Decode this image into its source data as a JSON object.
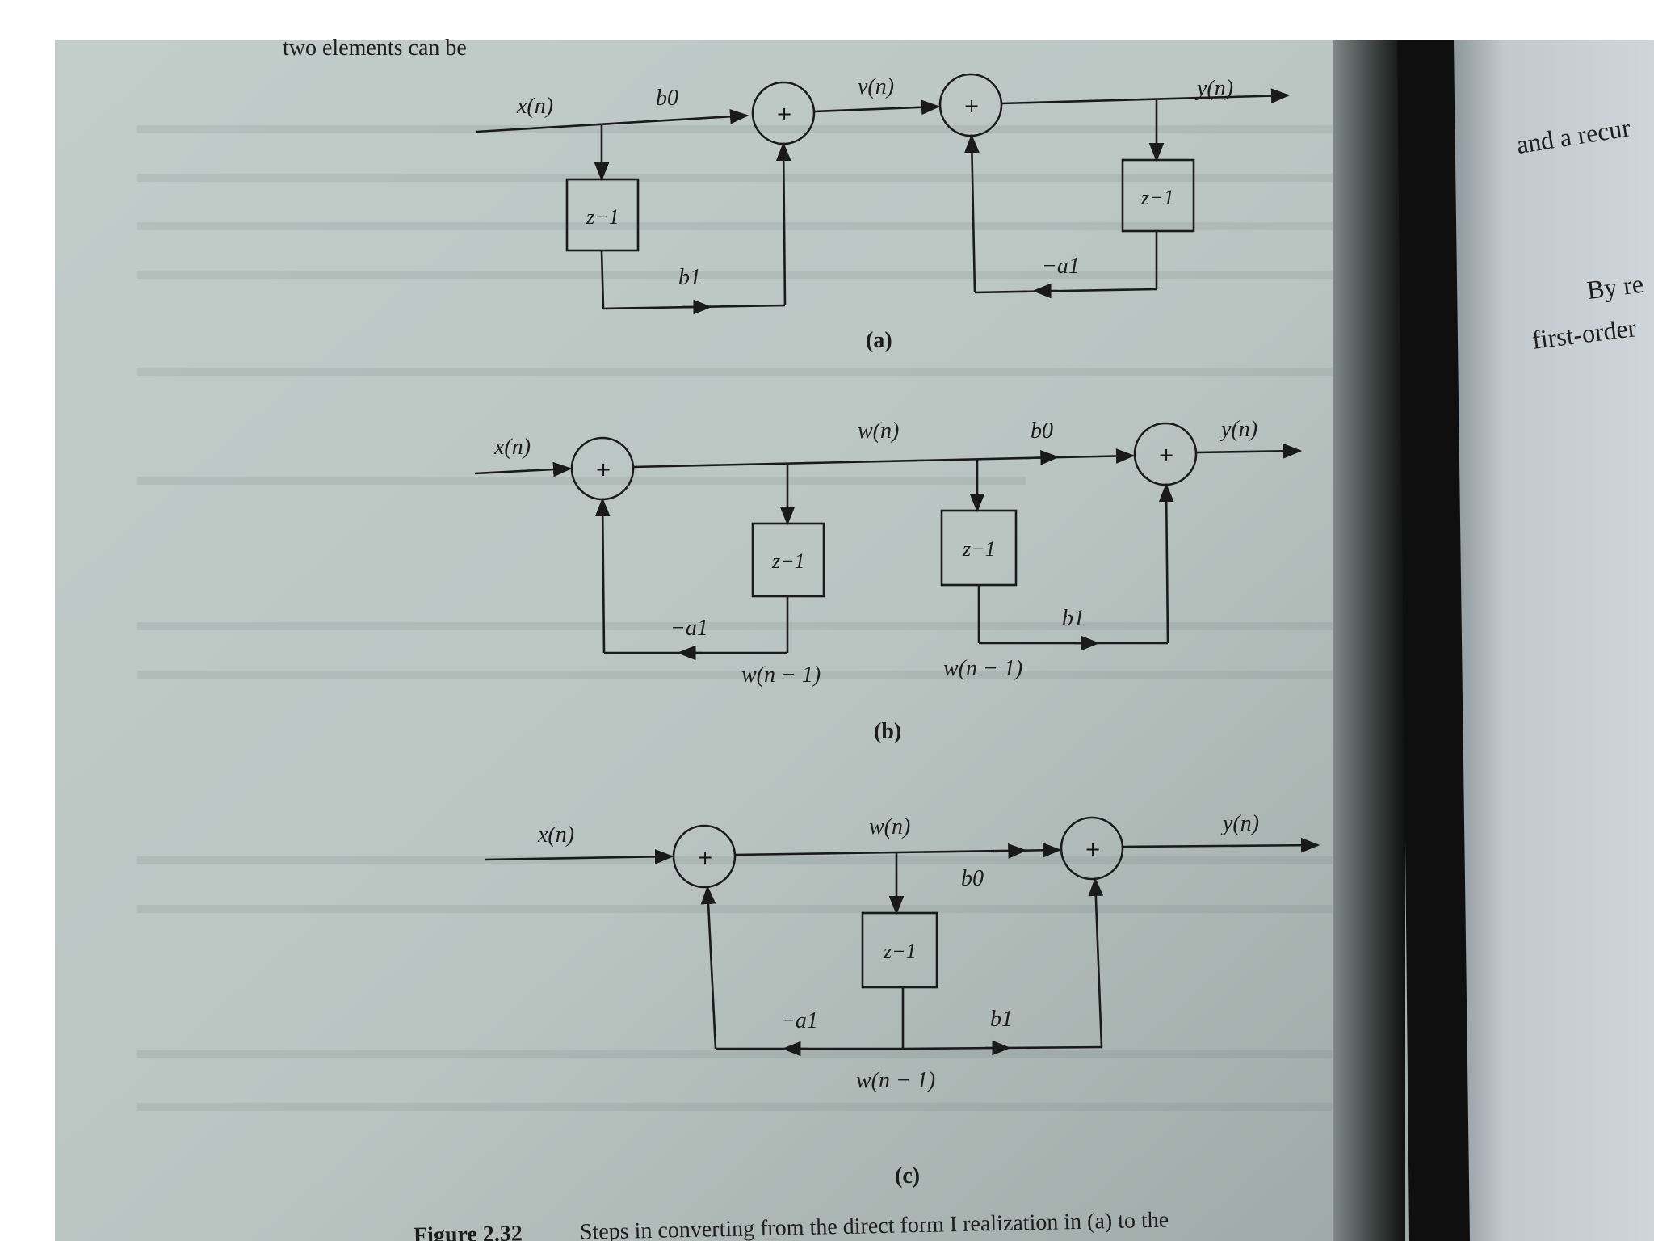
{
  "diagram_a": {
    "x_label": "x(n)",
    "b0_label": "b0",
    "v_label": "v(n)",
    "y_label": "y(n)",
    "b1_label": "b1",
    "neg_a1_label": "−a1",
    "delay_label": "z−1",
    "sum_symbol": "+",
    "caption": "(a)"
  },
  "diagram_b": {
    "x_label": "x(n)",
    "w_label": "w(n)",
    "b0_label": "b0",
    "y_label": "y(n)",
    "neg_a1_label": "−a1",
    "b1_label": "b1",
    "w_delay_left": "w(n − 1)",
    "w_delay_right": "w(n − 1)",
    "delay_label": "z−1",
    "sum_symbol": "+",
    "caption": "(b)"
  },
  "diagram_c": {
    "x_label": "x(n)",
    "w_label": "w(n)",
    "y_label": "y(n)",
    "b0_label": "b0",
    "neg_a1_label": "−a1",
    "b1_label": "b1",
    "w_delay": "w(n − 1)",
    "delay_label": "z−1",
    "sum_symbol": "+",
    "caption": "(c)"
  },
  "figure_caption": {
    "number": "Figure 2.32",
    "text": "Steps in converting from the direct form I realization in (a) to the"
  },
  "top_cut_text": "two elements can be",
  "right_page": {
    "line1": "and a recur",
    "line2": "By re",
    "line3": "first-order"
  },
  "colors": {
    "page_left": "#b9c3c0",
    "page_right": "#c4cbd0",
    "ink": "#1a1a1a",
    "spine_shadow": "#141414"
  }
}
